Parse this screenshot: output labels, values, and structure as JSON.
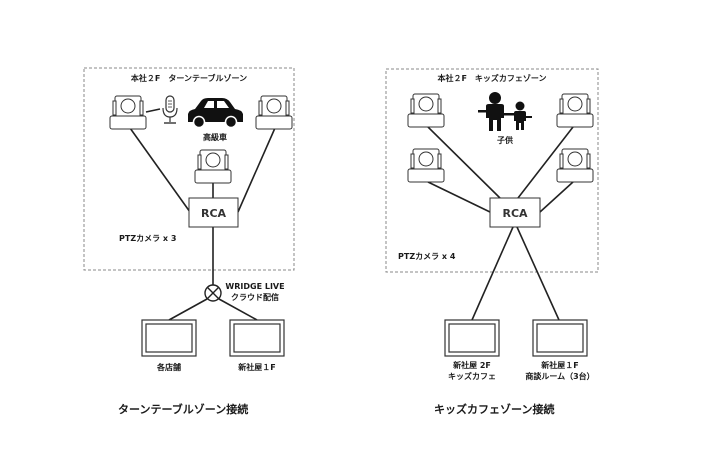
{
  "left_zone": {
    "zone_title": "本社２F　ターンテーブルゾーン",
    "subject_label": "高級車",
    "subject_icon": "car-icon",
    "extra_icon": "microphone-icon",
    "switcher_label": "RCA",
    "camera_count_label": "PTZカメラ x 3",
    "camera_count": 3,
    "cloud_label_line1": "WRIDGE LIVE",
    "cloud_label_line2": "クラウド配信",
    "displays": [
      {
        "label": "各店舗"
      },
      {
        "label": "新社屋１F"
      }
    ],
    "caption": "ターンテーブルゾーン接続"
  },
  "right_zone": {
    "zone_title": "本社２F　キッズカフェゾーン",
    "subject_label": "子供",
    "subject_icon": "people-icon",
    "switcher_label": "RCA",
    "camera_count_label": "PTZカメラ x 4",
    "camera_count": 4,
    "displays": [
      {
        "label_line1": "新社屋 2F",
        "label_line2": "キッズカフェ"
      },
      {
        "label_line1": "新社屋１F",
        "label_line2": "商談ルーム（3台）"
      }
    ],
    "caption": "キッズカフェゾーン接続"
  }
}
